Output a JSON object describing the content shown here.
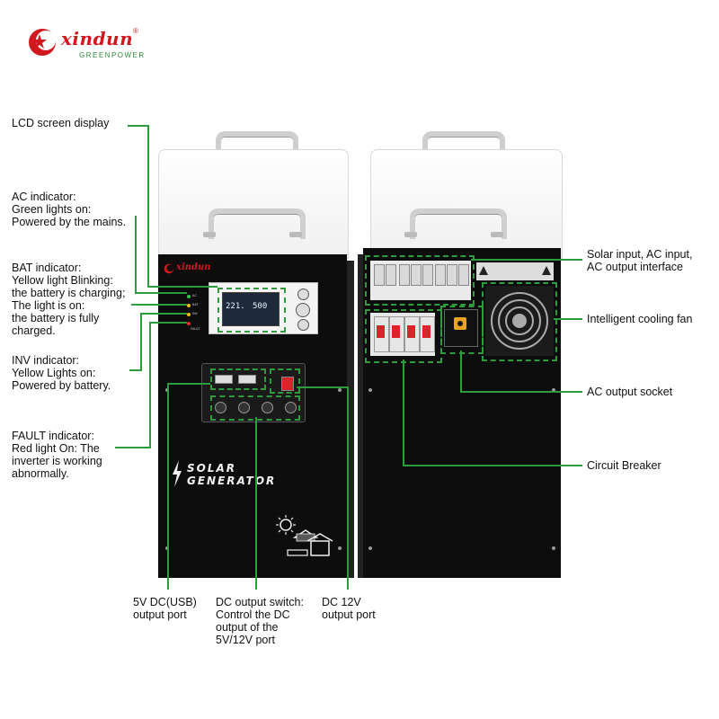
{
  "brand": {
    "name": "xindun",
    "registered": "®",
    "tagline": "GREENPOWER",
    "accent": "#d0181f",
    "tagline_color": "#2e8a3a"
  },
  "callout_color": "#2e9c3e",
  "front_panel": {
    "lcd_left": "221.",
    "lcd_right": "500",
    "slogan_line1": "SOLAR",
    "slogan_line2": "GENERATOR",
    "indicators": [
      "AC",
      "BAT",
      "INV",
      "FAULT"
    ],
    "indicator_colors": [
      "#35c24a",
      "#e8c21a",
      "#e8c21a",
      "#e0302a"
    ]
  },
  "labels": {
    "lcd": [
      "LCD screen display"
    ],
    "ac": [
      "AC indicator:",
      "Green lights on:",
      "Powered by the mains."
    ],
    "bat": [
      "BAT indicator:",
      "Yellow light Blinking:",
      "the battery is charging;",
      "The light is on:",
      "the battery is fully",
      "charged."
    ],
    "inv": [
      "INV indicator:",
      "Yellow Lights on:",
      "Powered by battery."
    ],
    "fault": [
      "FAULT indicator:",
      "Red light On: The",
      "inverter is working",
      "abnormally."
    ],
    "usb": [
      "5V DC(USB)",
      "output port"
    ],
    "dc_switch": [
      "DC output switch:",
      "Control the DC",
      "output of the",
      "5V/12V port"
    ],
    "dc12": [
      "DC 12V",
      "output port"
    ],
    "solar_input": [
      "Solar input, AC input,",
      "AC output interface"
    ],
    "fan": [
      "Intelligent cooling fan"
    ],
    "socket": [
      "AC output socket"
    ],
    "breaker": [
      "Circuit Breaker"
    ]
  }
}
